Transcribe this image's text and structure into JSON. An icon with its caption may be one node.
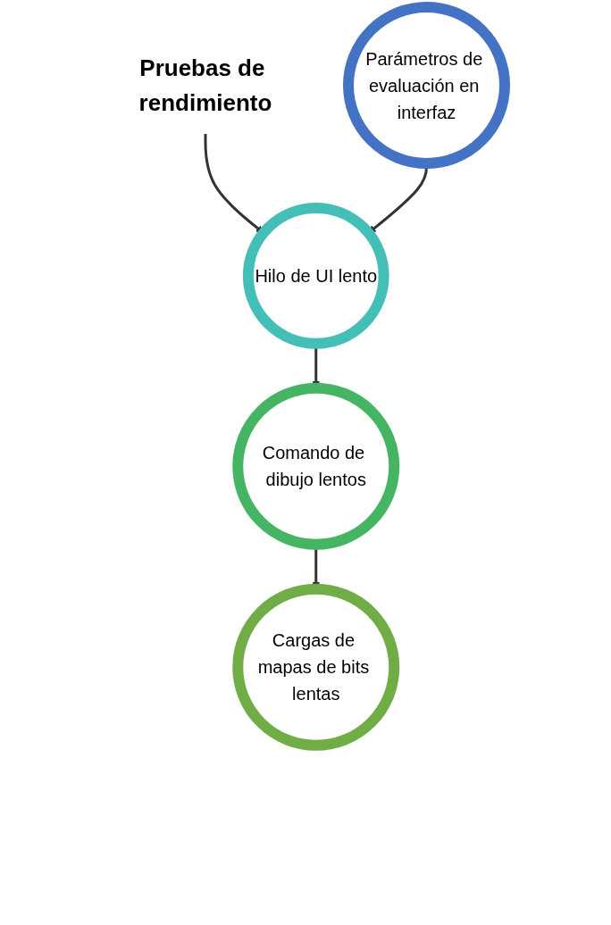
{
  "diagram": {
    "nodes": [
      {
        "text": [
          "Pruebas de rendimiento"
        ]
      },
      {
        "text": [
          "Parámetros de evaluación en interfaz"
        ]
      },
      {
        "text": [
          "Hilo de UI lento"
        ]
      },
      {
        "text": [
          "Comando de dibujo lentos"
        ]
      },
      {
        "text": [
          "Cargas de mapas de bits lentas"
        ]
      }
    ],
    "edges": [
      {
        "from": 0,
        "to": 2,
        "arrow": "to"
      },
      {
        "from": 1,
        "to": 2,
        "arrow": "to"
      },
      {
        "from": 2,
        "to": 3,
        "arrow": "to"
      },
      {
        "from": 3,
        "to": 4,
        "arrow": "to"
      }
    ]
  }
}
